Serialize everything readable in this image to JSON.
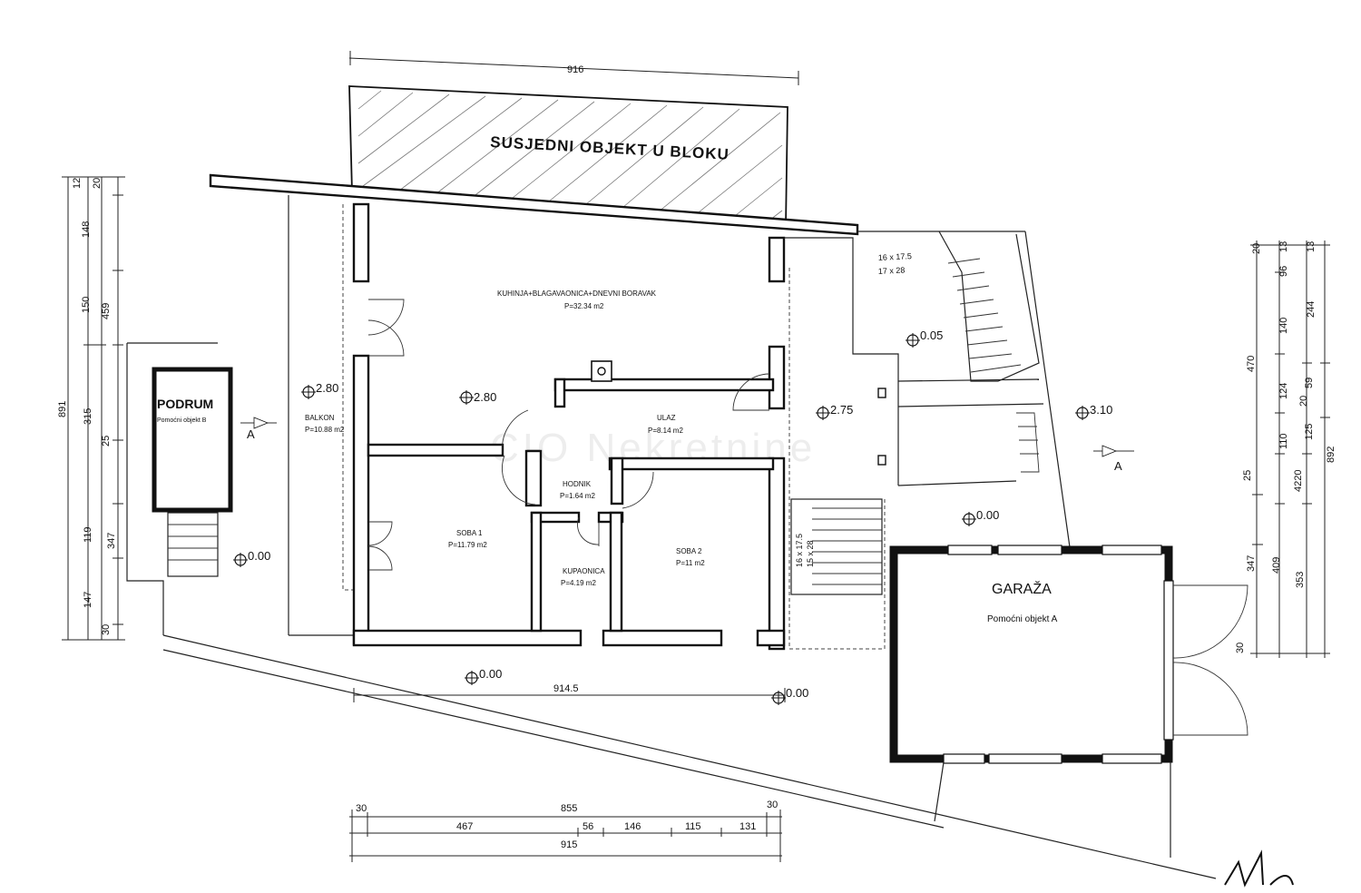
{
  "rooms": {
    "neighbor": "SUSJEDNI OBJEKT U BLOKU",
    "kitchen_name": "KUHINJA+BLAGAVAONICA+DNEVNI BORAVAK",
    "kitchen_area": "P=32.34 m2",
    "balcony_name": "BALKON",
    "balcony_area": "P=10.88 m2",
    "entrance_name": "ULAZ",
    "entrance_area": "P=8.14 m2",
    "hallway_name": "HODNIK",
    "hallway_area": "P=1.64 m2",
    "room1_name": "SOBA 1",
    "room1_area": "P=11.79 m2",
    "room2_name": "SOBA 2",
    "room2_area": "P=11 m2",
    "bathroom_name": "KUPAONICA",
    "bathroom_area": "P=4.19 m2",
    "basement_name": "PODRUM",
    "basement_sub": "Pomoćni objekt B",
    "garage_name": "GARAŽA",
    "garage_sub": "Pomoćni objekt A"
  },
  "elevations": {
    "e1": "2.80",
    "e2": "2.80",
    "e3": "2.75",
    "e4": "0.05",
    "e5": "3.10",
    "e6": "0.00",
    "e7": "0.00",
    "e8": "0.00",
    "e9": "0.00"
  },
  "stairs": {
    "upper_1": "16 x 17.5",
    "upper_2": "17 x 28",
    "lower_1": "16 x 17.5",
    "lower_2": "15 x 28"
  },
  "section": {
    "a_left": "A",
    "a_right": "A"
  },
  "dims_top": {
    "top": "916",
    "mid": "914.5"
  },
  "dims_bottom": {
    "b30a": "30",
    "b855": "855",
    "b30b": "30",
    "b467": "467",
    "b56": "56",
    "b146": "146",
    "b115": "115",
    "b131": "131",
    "b915": "915"
  },
  "dims_left": {
    "c1_891": "891",
    "c2_315": "315",
    "c3_459": "459",
    "c3_347": "347",
    "c4_12": "12",
    "c4_20": "20",
    "c4_148": "148",
    "c4_150": "150",
    "c4_25": "25",
    "c4_119": "119",
    "c4_147": "147",
    "c4_30": "30"
  },
  "dims_right": {
    "r1_470": "470",
    "r1_25": "25",
    "r1_347": "347",
    "r1_30": "30",
    "r2_20": "20",
    "r2_96": "96",
    "r2_140": "140",
    "r2_124": "124",
    "r2_110": "110",
    "r2_4220": "4220",
    "r2_409": "409",
    "r3_13": "13",
    "r3_244": "244",
    "r3_20": "20",
    "r3_125": "125",
    "r3_353": "353",
    "r4_13": "13",
    "r4_59": "59",
    "r4_892": "892"
  },
  "watermark": "CIO Nekretnine"
}
